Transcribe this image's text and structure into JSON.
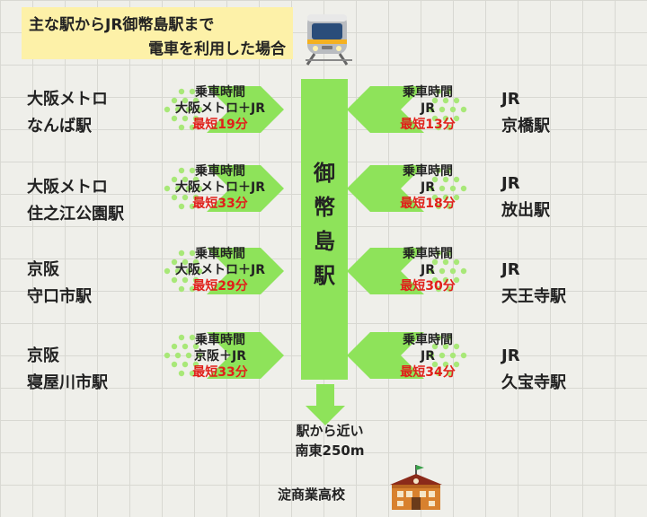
{
  "title": {
    "line1": "主な駅からJR御幣島駅まで",
    "line2": "電車を利用した場合"
  },
  "center_station": {
    "chars": [
      "御",
      "幣",
      "島",
      "駅"
    ]
  },
  "left_routes": [
    {
      "station_line1": "大阪メトロ",
      "station_line2": "なんば駅",
      "label": "乗車時間",
      "route": "大阪メトロ＋JR",
      "time": "最短19分"
    },
    {
      "station_line1": "大阪メトロ",
      "station_line2": "住之江公園駅",
      "label": "乗車時間",
      "route": "大阪メトロ＋JR",
      "time": "最短33分"
    },
    {
      "station_line1": "京阪",
      "station_line2": "守口市駅",
      "label": "乗車時間",
      "route": "大阪メトロ＋JR",
      "time": "最短29分"
    },
    {
      "station_line1": "京阪",
      "station_line2": "寝屋川市駅",
      "label": "乗車時間",
      "route": "京阪＋JR",
      "time": "最短33分"
    }
  ],
  "right_routes": [
    {
      "station_line1": "JR",
      "station_line2": "京橋駅",
      "label": "乗車時間",
      "route": "JR",
      "time": "最短13分"
    },
    {
      "station_line1": "JR",
      "station_line2": "放出駅",
      "label": "乗車時間",
      "route": "JR",
      "time": "最短18分"
    },
    {
      "station_line1": "JR",
      "station_line2": "天王寺駅",
      "label": "乗車時間",
      "route": "JR",
      "time": "最短30分"
    },
    {
      "station_line1": "JR",
      "station_line2": "久宝寺駅",
      "label": "乗車時間",
      "route": "JR",
      "time": "最短34分"
    }
  ],
  "destination": {
    "near_line1": "駅から近い",
    "near_line2": "南東250m",
    "school": "淀商業高校"
  },
  "colors": {
    "arrow": "#8ee35a",
    "arrow_dots": "#a8e878",
    "time_red": "#e0201a",
    "title_bg": "#fdf1a8"
  },
  "icons": {
    "train": "train-icon",
    "school": "school-icon"
  }
}
